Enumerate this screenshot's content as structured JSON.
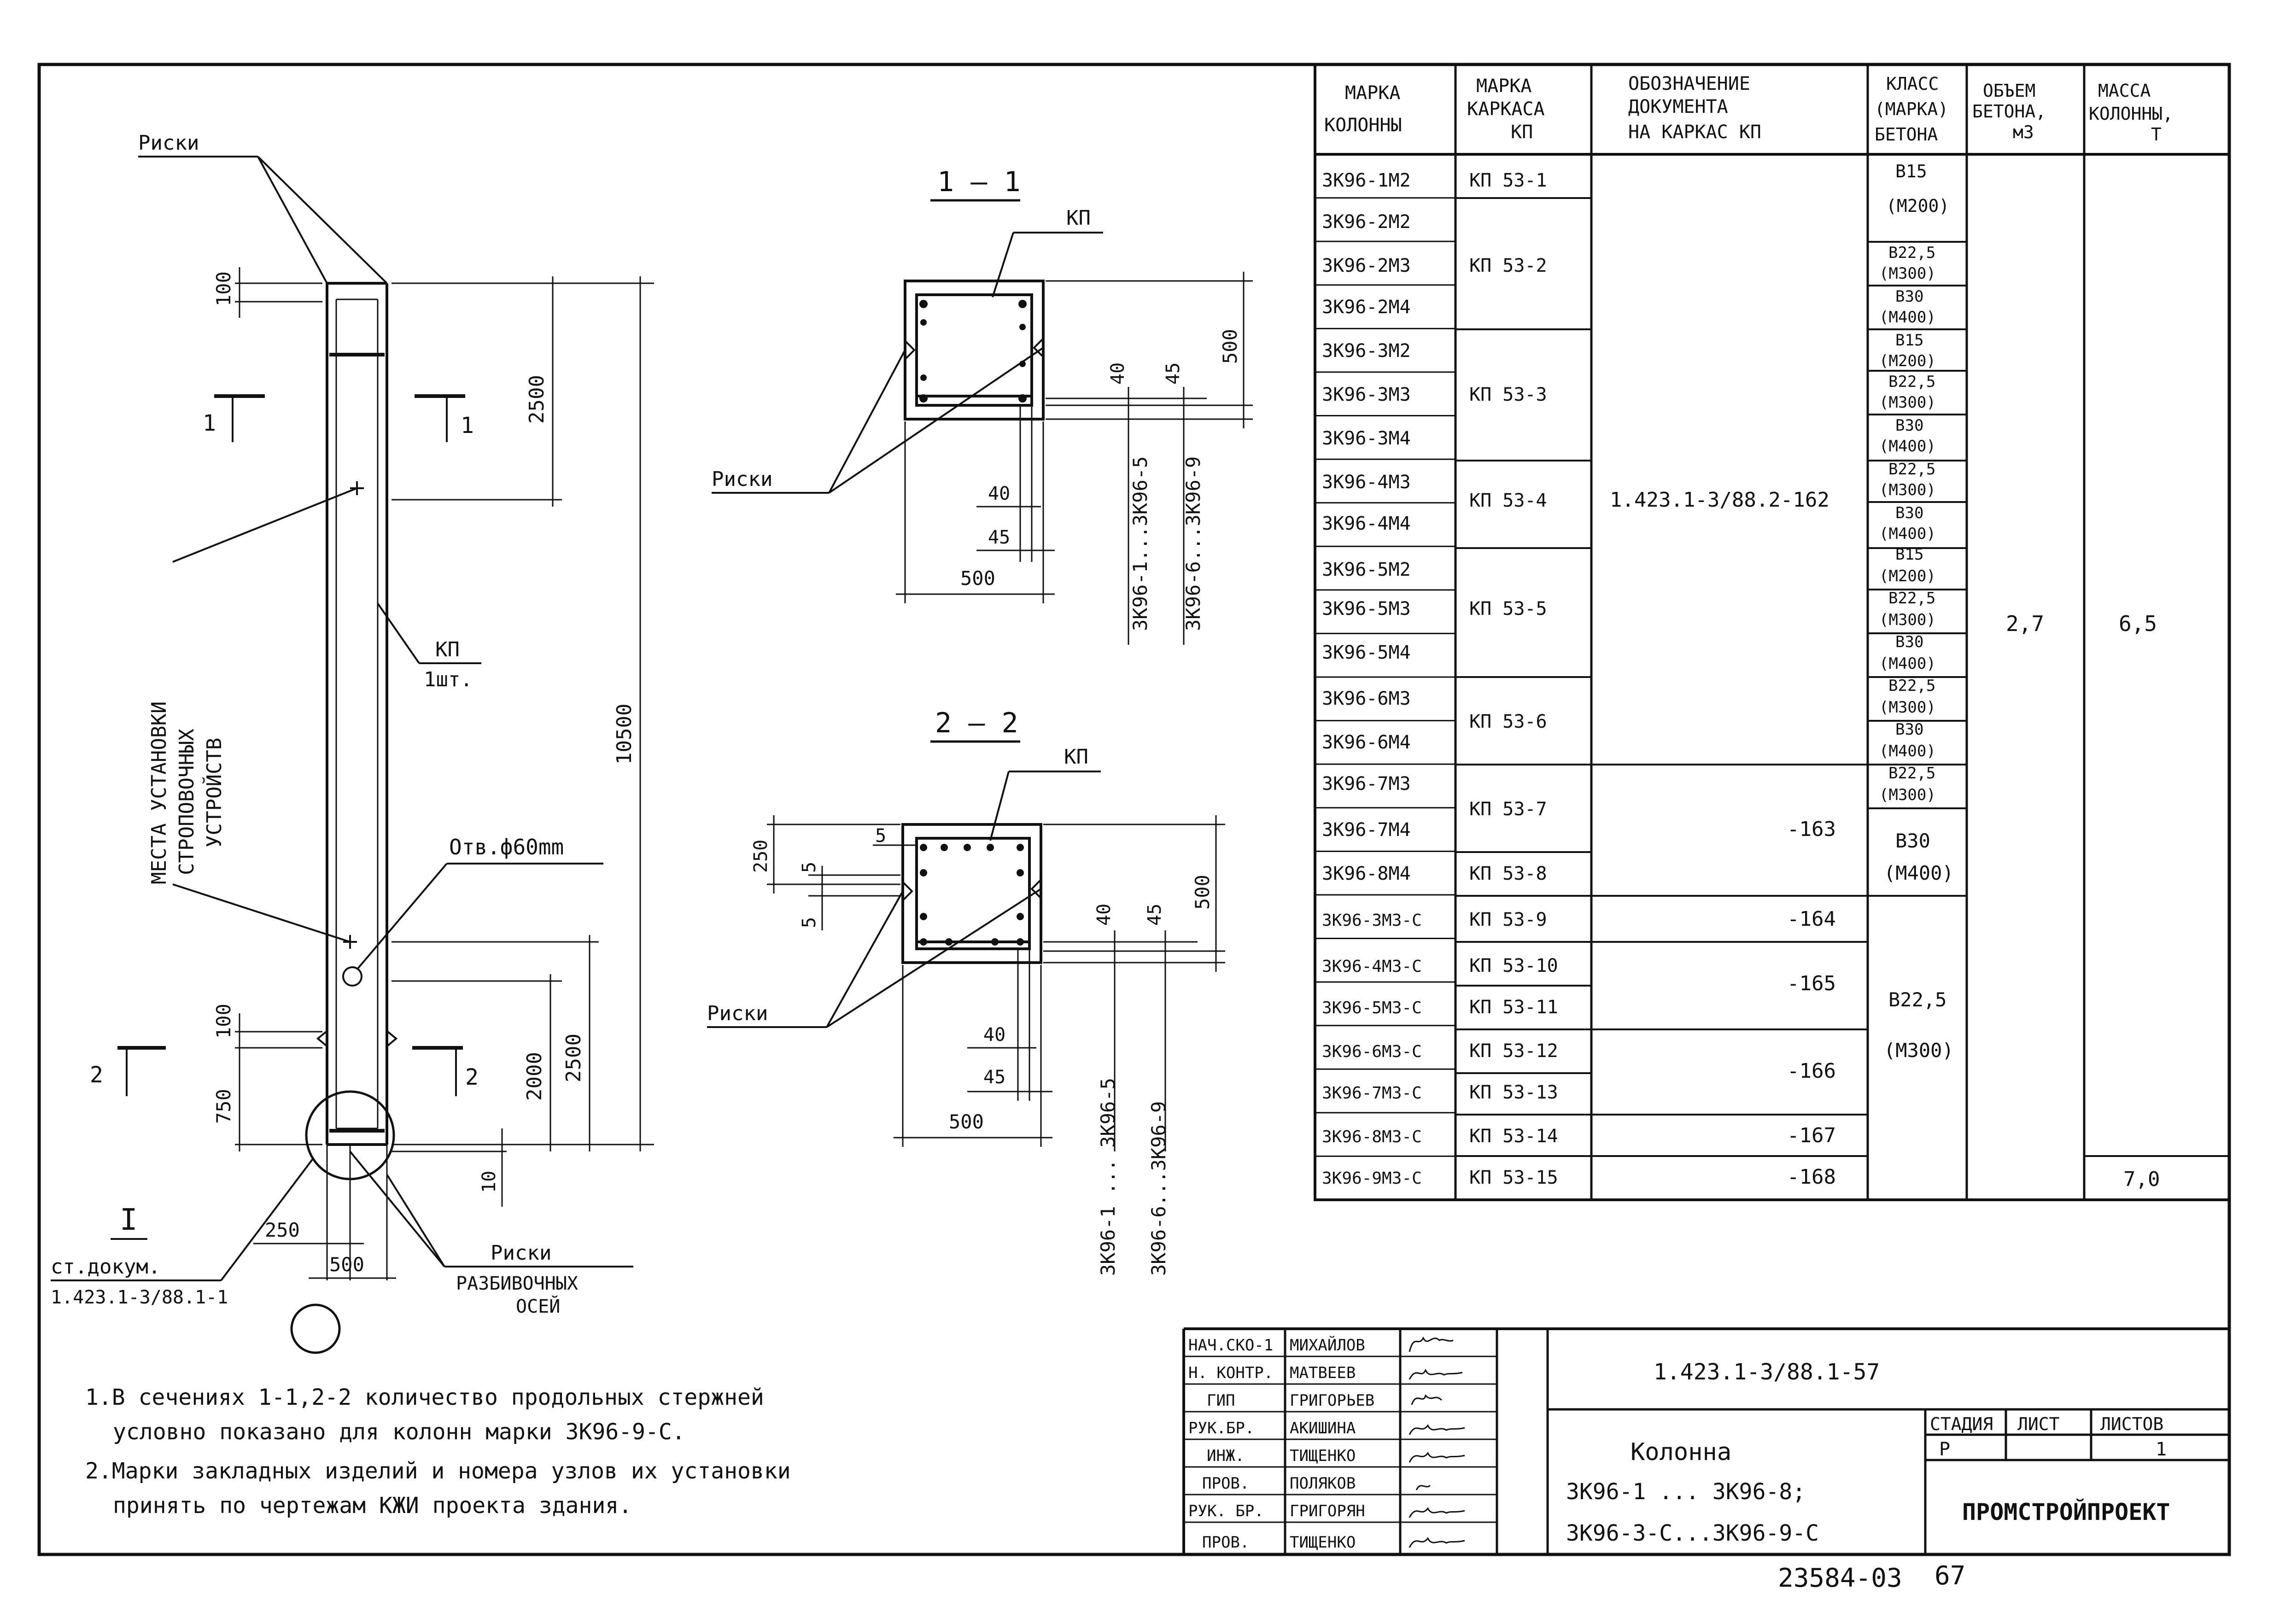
{
  "drawing": {
    "labels": {
      "riski_top": "Риски",
      "kp_section1": "КП",
      "riski_section1": "Риски",
      "kp_section2": "КП",
      "riski_section2": "Риски",
      "mesta_line1": "МЕСТА УСТАНОВКИ",
      "mesta_line2": "СТРОПОВОЧНЫХ",
      "mesta_line3": "УСТРОЙСТВ",
      "kp_col": "КП",
      "kp_count": "1шт.",
      "otv": "Отв.ф60mm",
      "riski_razb_1": "Риски",
      "riski_razb_2": "РАЗБИВОЧНЫХ",
      "riski_razb_3": "ОСЕЙ",
      "st_dokum_1": "ст.докум.",
      "st_dokum_2": "1.423.1-3/88.1-1",
      "node_mark": "I"
    },
    "section_titles": {
      "s1": "1 – 1",
      "s2": "2 – 2"
    },
    "section_marks": {
      "s1_left": "1",
      "s1_right": "1",
      "s2_left": "2",
      "s2_right": "2"
    },
    "dims_column": {
      "d100_top": "100",
      "d2500_top": "2500",
      "d10500": "10500",
      "d100_bot": "100",
      "d750": "750",
      "d2000": "2000",
      "d2500_bot": "2500",
      "d10": "10",
      "d250": "250",
      "d500": "500"
    },
    "dims_section1": {
      "d40_v": "40",
      "d45_v": "45",
      "d500_v": "500",
      "d40_h": "40",
      "d45_h": "45",
      "d500_h": "500",
      "mark_a": "3К96-1...3К96-5",
      "mark_b": "3К96-6...3К96-9"
    },
    "dims_section2": {
      "d250": "250",
      "d5_top": "5",
      "d5_side": "5",
      "d5_corner": "5",
      "d40_v": "40",
      "d45_v": "45",
      "d500_v": "500",
      "d40_h": "40",
      "d45_h": "45",
      "d500_h": "500",
      "mark_a": "3К96-1 ... 3К96-5",
      "mark_b": "3К96-6...3К96-9"
    }
  },
  "spec_table": {
    "headers": {
      "c1": [
        "МАРКА",
        "КОЛОННЫ"
      ],
      "c2": [
        "МАРКА",
        "КАРКАСА",
        "КП"
      ],
      "c3": [
        "ОБОЗНАЧЕНИЕ",
        "ДОКУМЕНТА",
        "НА КАРКАС КП"
      ],
      "c4": [
        "КЛАСС",
        "(МАРКА)",
        "БЕТОНА"
      ],
      "c5": [
        "ОБЪЕМ",
        "БЕТОНА,",
        "м3"
      ],
      "c6": [
        "МАССА",
        "КОЛОННЫ,",
        "Т"
      ]
    },
    "columns_marks": [
      "3К96-1М2",
      "3К96-2М2",
      "3К96-2М3",
      "3К96-2М4",
      "3К96-3М2",
      "3К96-3М3",
      "3К96-3М4",
      "3К96-4М3",
      "3К96-4М4",
      "3К96-5М2",
      "3К96-5М3",
      "3К96-5М4",
      "3К96-6М3",
      "3К96-6М4",
      "3К96-7М3",
      "3К96-7М4",
      "3К96-8М4",
      "3К96-3М3-С",
      "3К96-4М3-С",
      "3К96-5М3-С",
      "3К96-6М3-С",
      "3К96-7М3-С",
      "3К96-8М3-С",
      "3К96-9М3-С"
    ],
    "kp_marks": [
      "КП 53-1",
      "КП 53-2",
      "КП 53-3",
      "КП 53-4",
      "КП 53-5",
      "КП 53-6",
      "КП 53-7",
      "КП 53-8",
      "КП 53-9",
      "КП 53-10",
      "КП 53-11",
      "КП 53-12",
      "КП 53-13",
      "КП 53-14",
      "КП 53-15"
    ],
    "doc_main": "1.423.1-3/88.2-162",
    "doc_values": [
      "-163",
      "-164",
      "-165",
      "-166",
      "-167",
      "-168"
    ],
    "concrete_pairs": [
      [
        "В15",
        "(М200)"
      ],
      [
        "В22,5",
        "(М300)"
      ],
      [
        "В30",
        "(М400)"
      ],
      [
        "В15",
        "(М200)"
      ],
      [
        "В22,5",
        "(М300)"
      ],
      [
        "В30",
        "(М400)"
      ],
      [
        "В22,5",
        "(М300)"
      ],
      [
        "В30",
        "(М400)"
      ],
      [
        "В15",
        "(М200)"
      ],
      [
        "В22,5",
        "(М300)"
      ],
      [
        "В30",
        "(М400)"
      ],
      [
        "В22,5",
        "(М300)"
      ],
      [
        "В30",
        "(М400)"
      ],
      [
        "В22,5",
        "(М300)"
      ]
    ],
    "concrete_b30": [
      "В30",
      "(М400)"
    ],
    "concrete_b225": [
      "В22,5",
      "(М300)"
    ],
    "volume": "2,7",
    "mass_main": "6,5",
    "mass_last": "7,0"
  },
  "notes": {
    "n1_a": "1.В сечениях 1-1,2-2 количество продольных стержней",
    "n1_b": "условно показано для колонн марки 3К96-9-С.",
    "n2_a": "2.Марки закладных изделий и номера узлов их установки",
    "n2_b": "принять по чертежам КЖИ проекта здания."
  },
  "title_block": {
    "roles": [
      "НАЧ.СКО-1",
      "Н. КОНТР.",
      "ГИП",
      "РУК.БР.",
      "ИНЖ.",
      "ПРОВ.",
      "РУК. БР.",
      "ПРОВ."
    ],
    "names": [
      "МИХАЙЛОВ",
      "МАТВЕЕВ",
      "ГРИГОРЬЕВ",
      "АКИШИНА",
      "ТИЩЕНКО",
      "ПОЛЯКОВ",
      "ГРИГОРЯН",
      "ТИЩЕНКО"
    ],
    "doc_code": "1.423.1-3/88.1-57",
    "title_1": "Колонна",
    "title_2": "3К96-1 ... 3К96-8;",
    "title_3": "3К96-3-С...3К96-9-С",
    "stage_label": "СТАДИЯ",
    "sheet_label": "ЛИСТ",
    "sheets_label": "ЛИСТОВ",
    "stage_value": "Р",
    "sheets_value": "1",
    "org": "ПРОМСТРОЙПРОЕКТ"
  },
  "footer": {
    "archive_no": "23584-03",
    "page_no": "67"
  }
}
